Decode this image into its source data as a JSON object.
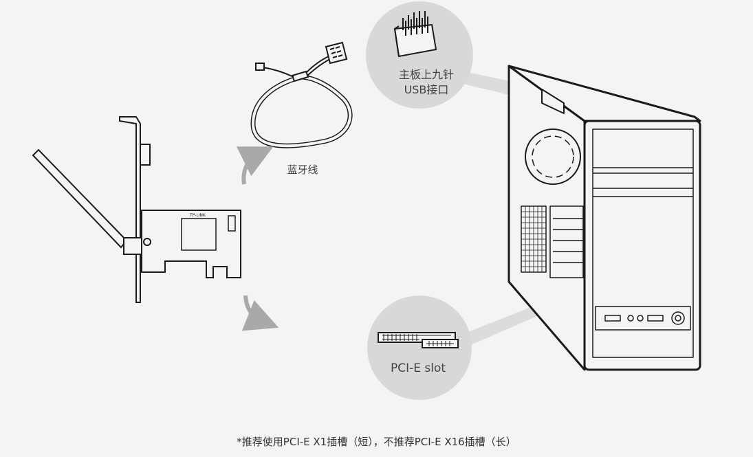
{
  "labels": {
    "usb_line1": "主板上九针",
    "usb_line2": "USB接口",
    "bluetooth_cable": "蓝牙线",
    "pcie_slot": "PCI-E slot",
    "card_brand": "TP-LINK"
  },
  "footnote": "*推荐使用PCI-E X1插槽（短），不推荐PCI-E X16插槽（长）",
  "colors": {
    "background": "#f4f4f4",
    "callout_circle": "#d8d8d8",
    "arrow": "#a9a9a9",
    "line_art": "#1a1a1a"
  }
}
